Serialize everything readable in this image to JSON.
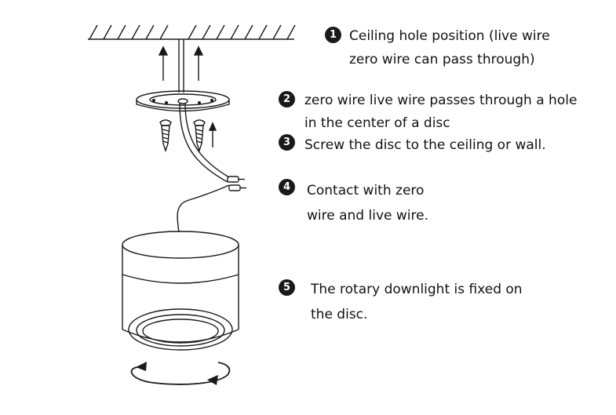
{
  "steps": [
    {
      "number": "1",
      "lines": [
        "Ceiling hole position (live wire",
        "zero wire can pass through)"
      ]
    },
    {
      "number": "2",
      "lines": [
        "zero wire live wire passes through a hole",
        "in the center of a disc"
      ]
    },
    {
      "number": "3",
      "lines": [
        "Screw the disc to the ceiling or wall."
      ]
    },
    {
      "number": "4",
      "lines": [
        "Contact with zero",
        "wire and live wire."
      ]
    },
    {
      "number": "5",
      "lines": [
        "The rotary downlight is fixed on",
        "the disc."
      ]
    }
  ],
  "icons": [
    "ceiling-hatch",
    "up-arrow",
    "mounting-disc",
    "screw",
    "wire-connector",
    "downlight",
    "rotation-arrow"
  ],
  "colors": {
    "line_art": "#1a1a1a",
    "badge_background": "#1a1a1a",
    "badge_text": "#ffffff",
    "text": "#111111"
  }
}
